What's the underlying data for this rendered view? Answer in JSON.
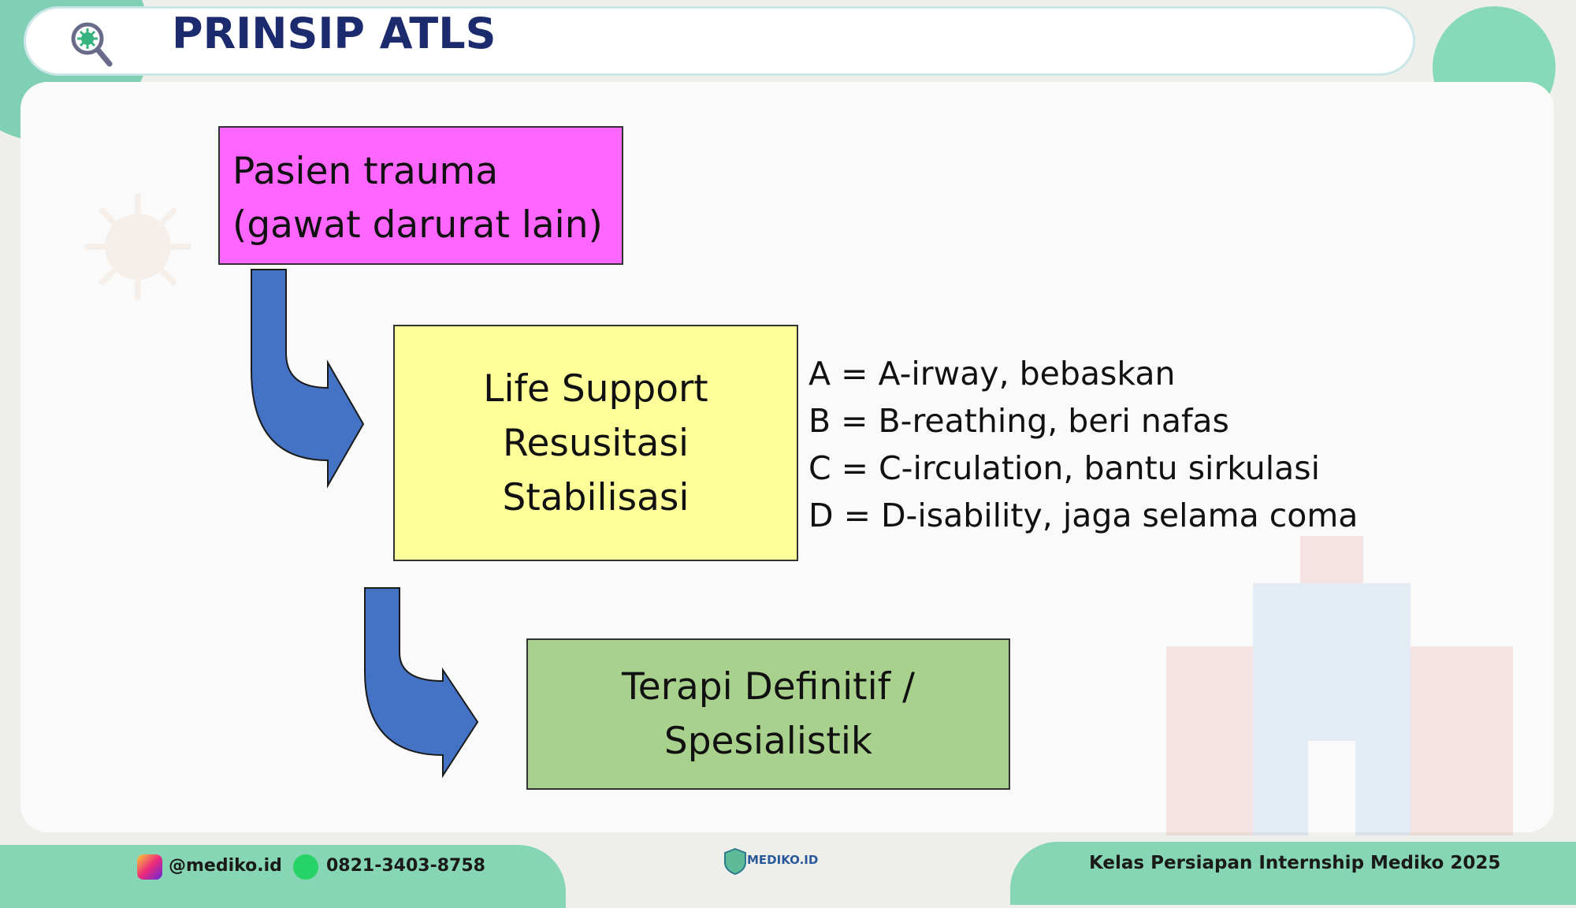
{
  "header": {
    "title": "PRINSIP ATLS",
    "logo_icon": "magnifier-virus-icon"
  },
  "flow": {
    "step1": {
      "lines": [
        "Pasien trauma",
        "(gawat darurat lain)"
      ],
      "color": "#ff66ff"
    },
    "step2": {
      "lines": [
        "Life Support",
        "Resusitasi",
        "Stabilisasi"
      ],
      "color": "#ffff99"
    },
    "step3": {
      "lines": [
        "Terapi Definitif /",
        "Spesialistik"
      ],
      "color": "#a9d18e"
    },
    "arrow_color": "#4472c4"
  },
  "abcd": [
    "A = A-irway, bebaskan",
    "B = B-reathing, beri nafas",
    "C = C-irculation, bantu sirkulasi",
    "D = D-isability, jaga selama coma"
  ],
  "footer": {
    "instagram": "@mediko.id",
    "whatsapp": "0821-3403-8758",
    "brand": "MEDIKO.ID",
    "course": "Kelas Persiapan Internship Mediko 2025",
    "accent": "#86d6b6"
  }
}
